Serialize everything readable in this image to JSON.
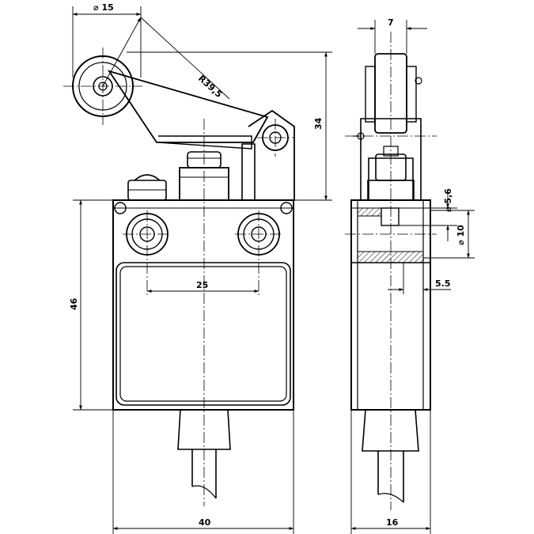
{
  "dimensions": {
    "roller_diameter": "⌀ 15",
    "lever_radius": "R39,5",
    "roller_width": "7",
    "actuator_height": "34",
    "hole_spacing": "25",
    "body_height": "46",
    "hole_diameter": "⌀ 5,6",
    "counterbore_diameter": "⌀ 10",
    "side_offset": "5.5",
    "body_width": "40",
    "body_depth": "16"
  }
}
